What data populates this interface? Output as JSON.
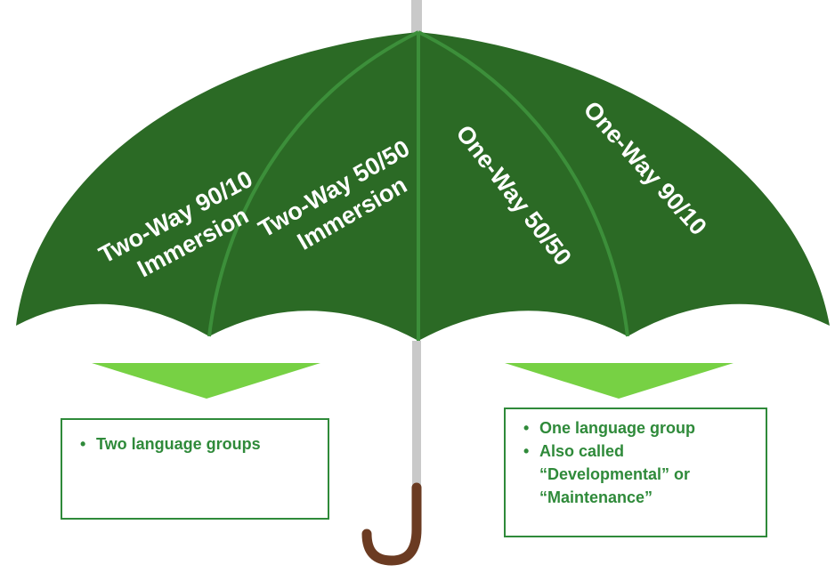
{
  "segments": [
    {
      "line1": "Two-Way 90/10",
      "line2": "Immersion"
    },
    {
      "line1": "Two-Way 50/50",
      "line2": "Immersion"
    },
    {
      "line1": "One-Way 50/50",
      "line2": ""
    },
    {
      "line1": "One-Way 90/10",
      "line2": ""
    }
  ],
  "left_box": {
    "bullets": [
      "Two language groups"
    ]
  },
  "right_box": {
    "bullets": [
      "One language group",
      "Also called “Developmental” or “Maintenance”"
    ]
  },
  "colors": {
    "canopy": "#2b6a25",
    "rib": "#3c8f3a",
    "arrow": "#77d144",
    "box_border": "#2f8a3a",
    "text_green": "#2f8a3a",
    "shaft": "#c9c9c9",
    "handle": "#6b3b22"
  }
}
